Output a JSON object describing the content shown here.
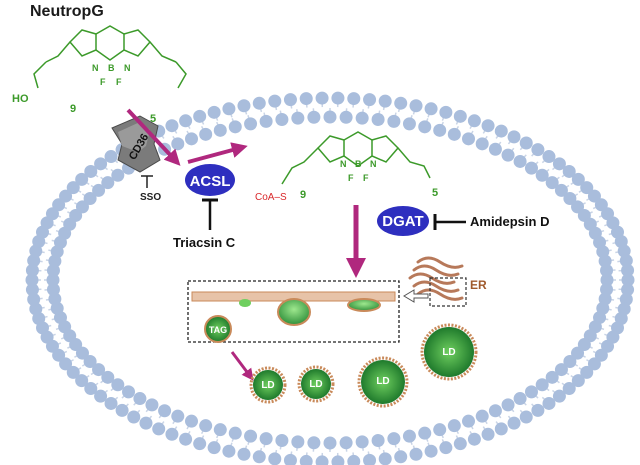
{
  "title": "NeutropG",
  "transporter": "CD36",
  "inhibitor_sso": "SSO",
  "enzyme_acsl": "ACSL",
  "enzyme_dgat": "DGAT",
  "inhibitor_triacsin": "Triacsin C",
  "inhibitor_amidepsin": "Amidepsin D",
  "er_label": "ER",
  "coa_label": "CoA–S",
  "tag_label": "TAG",
  "ld_labels": [
    "LD",
    "LD",
    "LD",
    "LD"
  ],
  "dye_atoms": {
    "n1": "N",
    "b": "B",
    "n2": "N",
    "f1": "F",
    "f2": "F"
  },
  "dye_chain": {
    "acid": "HO",
    "count_left": "9",
    "count_right": "5"
  },
  "colors": {
    "membrane_head": "#a9bddc",
    "membrane_tail": "#c9d4e6",
    "dye_green": "#3c9a2a",
    "arrow_magenta": "#b0287e",
    "enzyme_blue": "#2e2fbf",
    "er_brown": "#b7795a",
    "ld_green": "#2f8f3a",
    "ld_rim": "#c98a5a",
    "coa_red": "#d9282b"
  }
}
